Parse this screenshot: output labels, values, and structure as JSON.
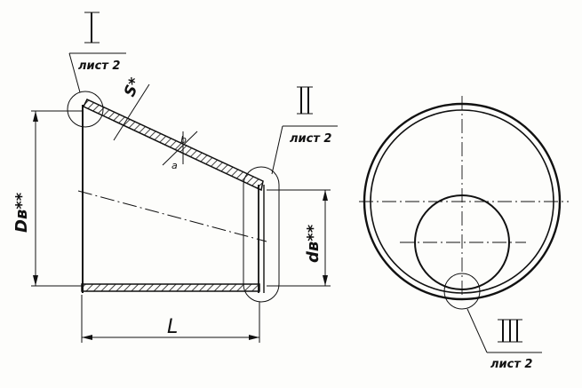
{
  "drawing": {
    "callouts": [
      {
        "id": "I",
        "numeral": "I",
        "sheet": "лист 2"
      },
      {
        "id": "II",
        "numeral": "II",
        "sheet": "лист 2"
      },
      {
        "id": "III",
        "numeral": "III",
        "sheet": "лист 2"
      }
    ],
    "dimensions": {
      "large_diameter": "Dв**",
      "small_diameter": "dв**",
      "length": "L",
      "wall_thickness": "S*"
    },
    "section_marks": [
      "b",
      "a"
    ]
  }
}
